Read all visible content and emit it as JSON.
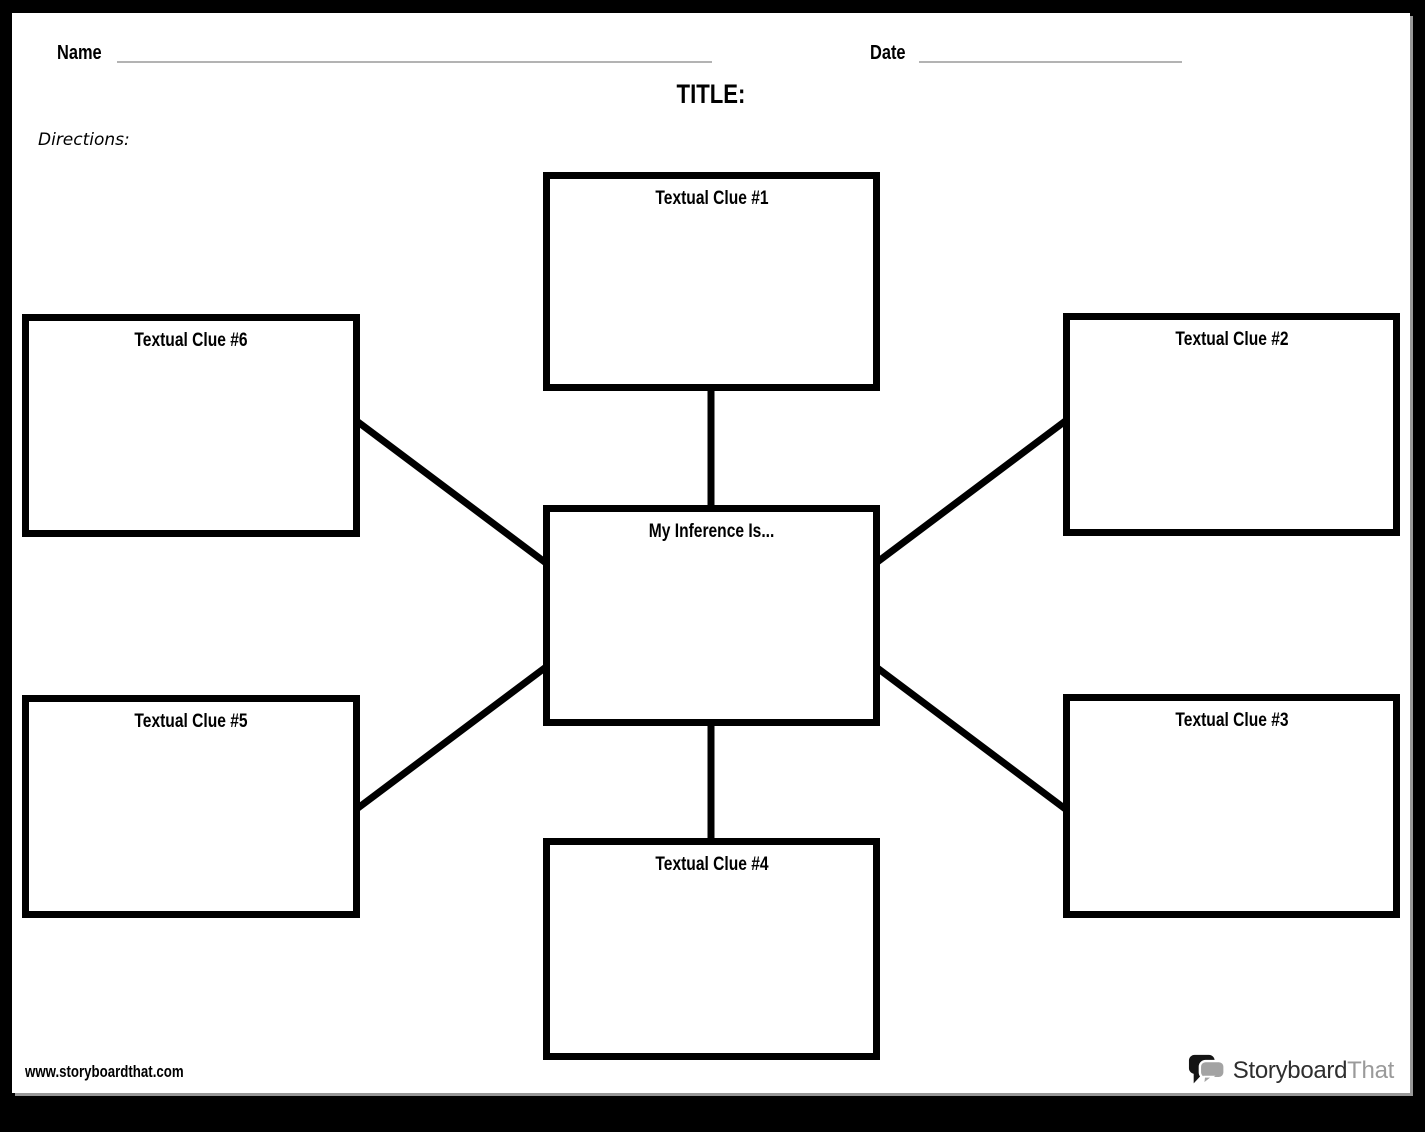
{
  "page": {
    "header": {
      "name_label": "Name",
      "date_label": "Date",
      "title_label": "TITLE:",
      "directions_label": "Directions:"
    },
    "diagram": {
      "center_label": "My Inference Is...",
      "clues": [
        {
          "label": "Textual Clue #1"
        },
        {
          "label": "Textual Clue #2"
        },
        {
          "label": "Textual Clue #3"
        },
        {
          "label": "Textual Clue #4"
        },
        {
          "label": "Textual Clue #5"
        },
        {
          "label": "Textual Clue #6"
        }
      ]
    },
    "footer": {
      "website_url": "www.storyboardthat.com",
      "logo_text_primary": "Storyboard",
      "logo_text_secondary": "That"
    }
  },
  "colors": {
    "ink": "#000000",
    "page_bg": "#ffffff",
    "frame_bg": "#000000",
    "rule_line": "#b3b3b3",
    "logo_bubble_dark": "#141414",
    "logo_bubble_gray": "#a3a3a3",
    "logo_text_dark": "#2e2e2e",
    "logo_text_gray": "#9a9a9a"
  }
}
